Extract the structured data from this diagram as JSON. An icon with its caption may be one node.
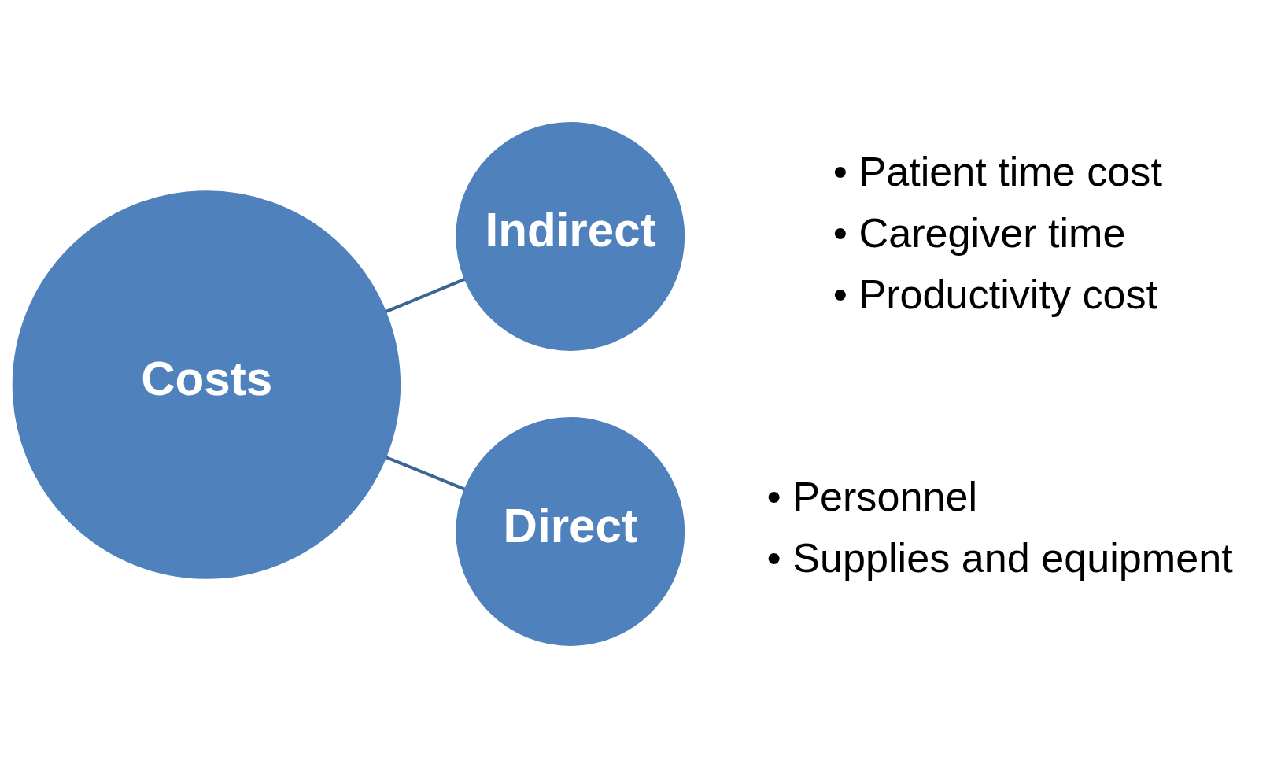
{
  "diagram": {
    "nodes": [
      {
        "text": [
          "Costs"
        ]
      },
      {
        "text": [
          "Indirect"
        ],
        "beside": [
          "• Patient time cost",
          "• Caregiver time",
          "• Productivity cost"
        ]
      },
      {
        "text": [
          "Direct"
        ],
        "beside": [
          "• Personnel",
          "• Supplies and equipment"
        ]
      }
    ],
    "edges": [
      {
        "from": 0,
        "to": 1,
        "arrow": "none"
      },
      {
        "from": 0,
        "to": 2,
        "arrow": "none"
      }
    ]
  }
}
